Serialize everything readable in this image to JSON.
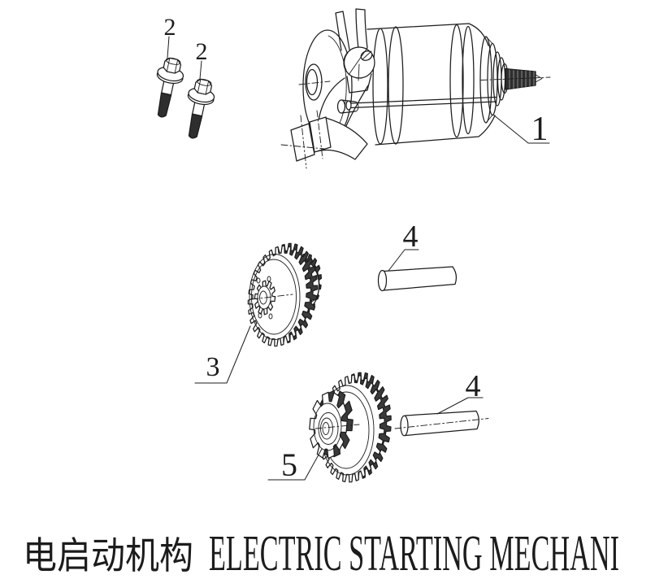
{
  "figure": {
    "caption_cn": "电启动机构",
    "caption_en": "ELECTRIC STARTING MECHANI"
  },
  "callouts": [
    {
      "label": "1",
      "part": "starter-motor"
    },
    {
      "label": "2",
      "part": "flange-bolt"
    },
    {
      "label": "2",
      "part": "flange-bolt"
    },
    {
      "label": "3",
      "part": "starter-driven-gear"
    },
    {
      "label": "4",
      "part": "gear-shaft-pin"
    },
    {
      "label": "4",
      "part": "gear-shaft-pin"
    },
    {
      "label": "5",
      "part": "double-reduction-gear"
    }
  ],
  "colors": {
    "ink": "#1c1c1c",
    "paper": "#ffffff",
    "tooth_shadow": "#3a3a3a"
  }
}
